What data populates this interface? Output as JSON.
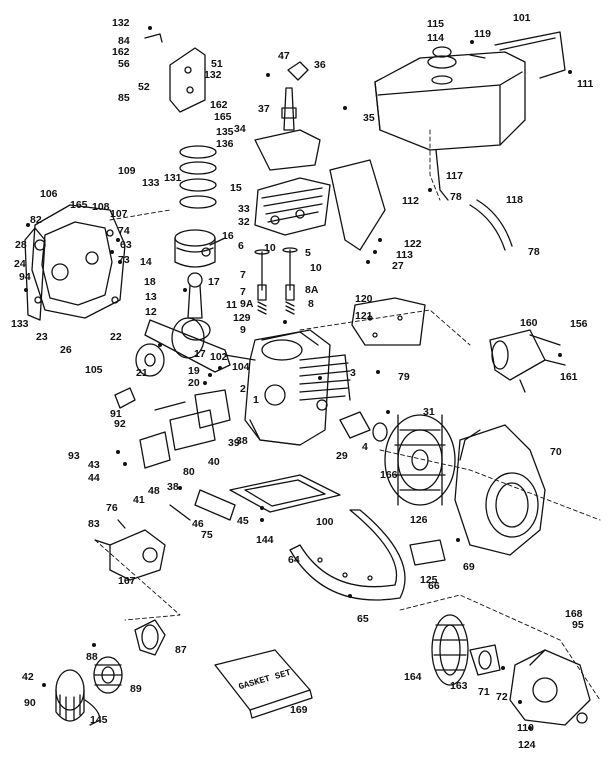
{
  "callouts": [
    "132",
    "84",
    "162",
    "56",
    "52",
    "85",
    "51",
    "132",
    "162",
    "165",
    "135",
    "136",
    "47",
    "36",
    "37",
    "34",
    "35",
    "115",
    "114",
    "119",
    "101",
    "111",
    "117",
    "112",
    "78",
    "118",
    "122",
    "113",
    "27",
    "78",
    "109",
    "133",
    "131",
    "15",
    "106",
    "165",
    "108",
    "107",
    "74",
    "63",
    "82",
    "28",
    "24",
    "94",
    "133",
    "23",
    "26",
    "16",
    "14",
    "73",
    "33",
    "32",
    "6",
    "10",
    "5",
    "10",
    "7",
    "8A",
    "7",
    "9A",
    "8",
    "18",
    "17",
    "13",
    "12",
    "11",
    "129",
    "9",
    "22",
    "17",
    "102",
    "104",
    "19",
    "20",
    "21",
    "105",
    "120",
    "121",
    "160",
    "156",
    "161",
    "3",
    "79",
    "2",
    "1",
    "31",
    "91",
    "92",
    "93",
    "43",
    "44",
    "41",
    "38",
    "40",
    "39",
    "38",
    "80",
    "48",
    "45",
    "46",
    "76",
    "75",
    "83",
    "167",
    "29",
    "4",
    "166",
    "70",
    "100",
    "144",
    "64",
    "65",
    "126",
    "125",
    "69",
    "66",
    "88",
    "87",
    "42",
    "90",
    "89",
    "145",
    "169",
    "164",
    "163",
    "71",
    "72",
    "168",
    "95",
    "110",
    "124"
  ],
  "kit_box": {
    "text": "GASKET SET"
  }
}
